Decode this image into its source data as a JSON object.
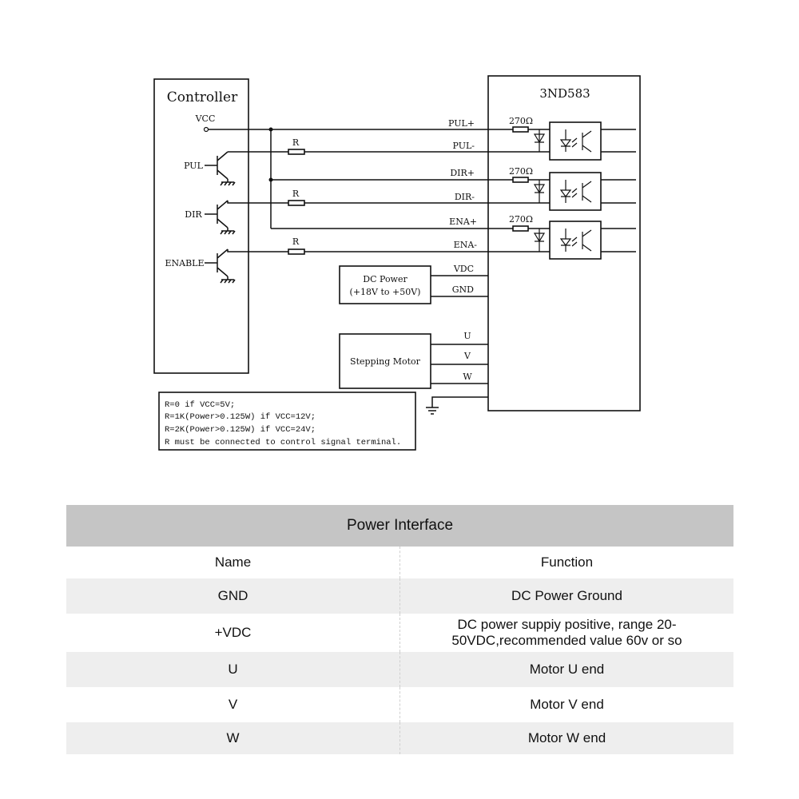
{
  "diagram": {
    "controller": {
      "title": "Controller",
      "vcc": "VCC",
      "pul": "PUL",
      "dir": "DIR",
      "enable": "ENABLE",
      "resistor": "R"
    },
    "driver": {
      "title": "3ND583",
      "resistor_value": "270Ω",
      "terminals": [
        "PUL+",
        "PUL-",
        "DIR+",
        "DIR-",
        "ENA+",
        "ENA-",
        "VDC",
        "GND",
        "U",
        "V",
        "W"
      ]
    },
    "dc_power": {
      "line1": "DC Power",
      "line2": "(+18V to +50V)"
    },
    "motor": {
      "label": "Stepping Motor"
    },
    "notes": [
      "R=0 if VCC=5V;",
      "R=1K(Power>0.125W) if VCC=12V;",
      "R=2K(Power>0.125W) if VCC=24V;",
      "R must be connected to control signal terminal."
    ]
  },
  "table": {
    "title": "Power Interface",
    "headers": [
      "Name",
      "Function"
    ],
    "rows": [
      {
        "name": "GND",
        "function": "DC Power Ground"
      },
      {
        "name": "+VDC",
        "function": "DC power suppiy positive, range 20-50VDC,recommended value 60v or so"
      },
      {
        "name": "U",
        "function": "Motor U end"
      },
      {
        "name": "V",
        "function": "Motor V end"
      },
      {
        "name": "W",
        "function": "Motor W end"
      }
    ]
  }
}
